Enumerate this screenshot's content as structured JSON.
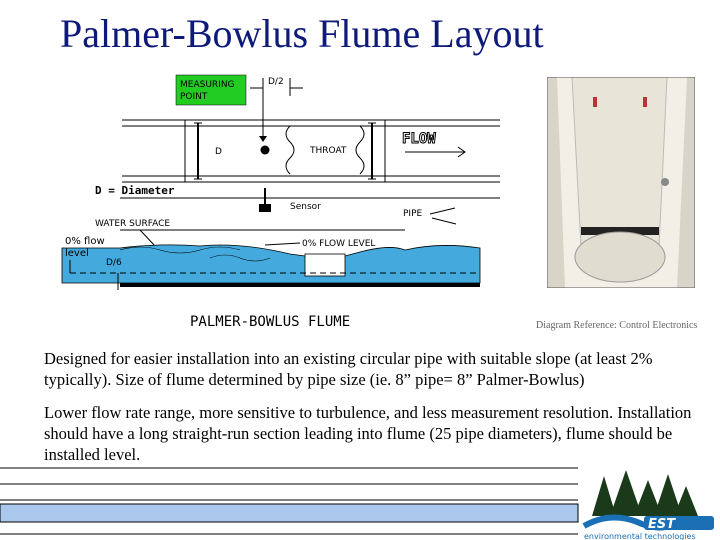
{
  "title": "Palmer-Bowlus Flume Layout",
  "diagram": {
    "measuring_point_line1": "MEASURING",
    "measuring_point_line2": "POINT",
    "d_half": "D/2",
    "d": "D",
    "throat": "THROAT",
    "flow": "FLOW",
    "diameter_note": "D = Diameter",
    "sensor": "Sensor",
    "pipe": "PIPE",
    "water_surface": "WATER SURFACE",
    "zero_flow_level_line1": "0% flow",
    "zero_flow_level_line2": "level",
    "d_sixth": "D/6",
    "zero_flow_level_caps": "0% FLOW LEVEL",
    "flume_name": "PALMER-BOWLUS FLUME",
    "colors": {
      "label_box": "#22cc22",
      "water": "#44aadd",
      "line": "#000000"
    }
  },
  "photo": {
    "icon": "flume-photo"
  },
  "caption": "Diagram Reference: Control Electronics",
  "paragraph1": "Designed for easier installation into an existing circular pipe with suitable slope (at least 2% typically).  Size of flume determined by pipe size (ie. 8” pipe= 8” Palmer-Bowlus)",
  "paragraph2": "Lower flow rate range, more sensitive to turbulence, and less measurement resolution.  Installation should have a long straight-run section leading into flume (25 pipe diameters), flume should be installed level.",
  "logo": {
    "text": "EST",
    "subtext": "environmental technologies",
    "colors": {
      "trees": "#1a3a1a",
      "wave": "#1a6fb5"
    }
  },
  "footer_color": "#a9c8ec"
}
